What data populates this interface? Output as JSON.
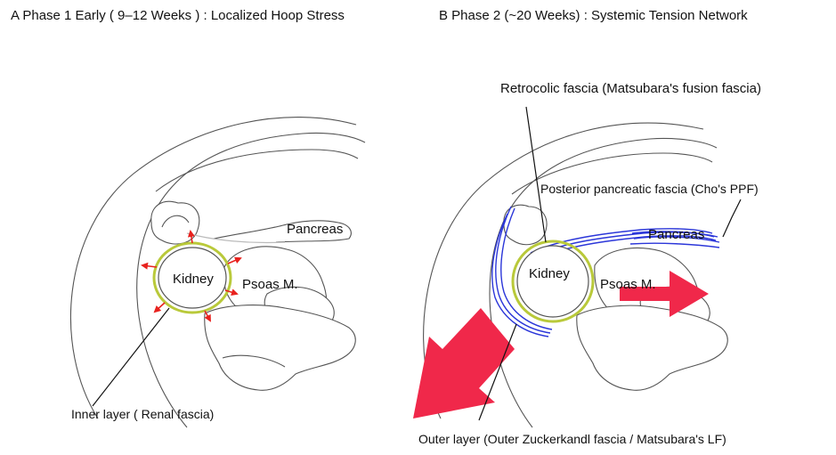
{
  "panel_a": {
    "title": "A   Phase 1 Early ( 9–12 Weeks ) : Localized  Hoop Stress",
    "labels": {
      "kidney": "Kidney",
      "psoas": "Psoas M.",
      "pancreas": "Pancreas",
      "inner_layer": "Inner layer ( Renal fascia)"
    }
  },
  "panel_b": {
    "title": "B   Phase 2  (~20 Weeks) : Systemic Tension Network",
    "labels": {
      "retrocolic": "Retrocolic fascia (Matsubara's fusion fascia)",
      "posterior_pancreatic": "Posterior pancreatic fascia (Cho's PPF)",
      "pancreas": "Pancreas",
      "kidney": "Kidney",
      "psoas": "Psoas M.",
      "outer_layer": "Outer layer (Outer Zuckerkandl fascia / Matsubara's LF)"
    }
  },
  "colors": {
    "renal_fascia": "#b9c93a",
    "hoop_stress_arrow": "#e8221e",
    "fascia_network": "#2b36d9",
    "tension_arrow": "#f0284a",
    "outline": "#555555"
  }
}
